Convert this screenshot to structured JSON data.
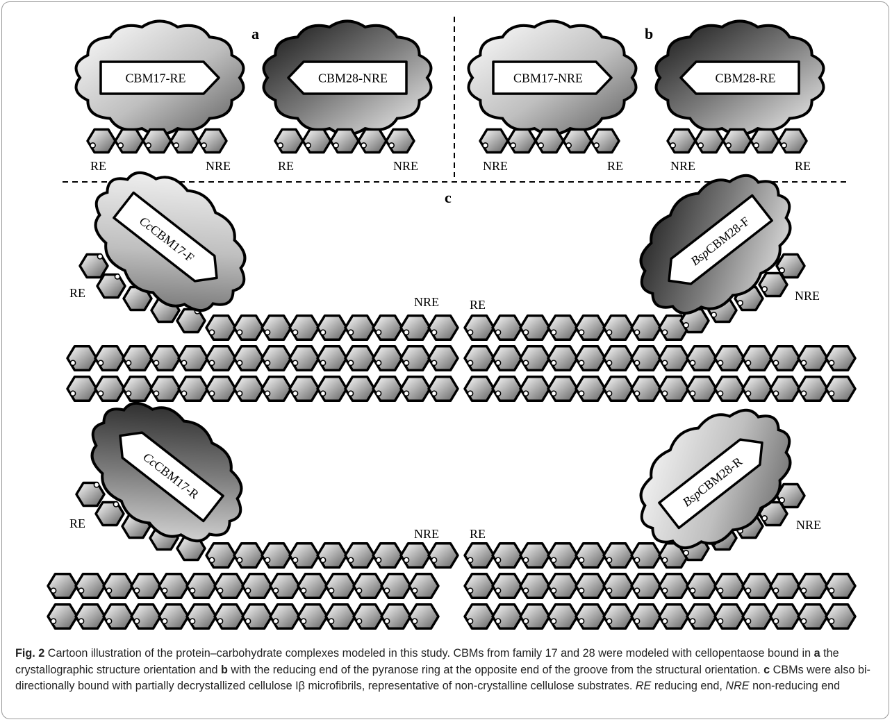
{
  "panels": {
    "a": "a",
    "b": "b",
    "c": "c"
  },
  "top_panels": [
    {
      "protein": "CBM17-RE",
      "left_end": "RE",
      "right_end": "NRE",
      "arrow": "right",
      "dark": false
    },
    {
      "protein": "CBM28-NRE",
      "left_end": "RE",
      "right_end": "NRE",
      "arrow": "left",
      "dark": true
    },
    {
      "protein": "CBM17-NRE",
      "left_end": "NRE",
      "right_end": "RE",
      "arrow": "right",
      "dark": false
    },
    {
      "protein": "CBM28-RE",
      "left_end": "NRE",
      "right_end": "RE",
      "arrow": "left",
      "dark": true
    }
  ],
  "c_panels": [
    {
      "prefix": "Cc",
      "name": "CBM17-F",
      "left_end": "RE",
      "right_end": "NRE",
      "dark": false
    },
    {
      "prefix": "Bsp",
      "name": "CBM28-F",
      "left_end": "RE",
      "right_end": "NRE",
      "dark": true
    },
    {
      "prefix": "Cc",
      "name": "CBM17-R",
      "left_end": "RE",
      "right_end": "NRE",
      "dark": true
    },
    {
      "prefix": "Bsp",
      "name": "CBM28-R",
      "left_end": "RE",
      "right_end": "NRE",
      "dark": false
    }
  ],
  "caption": {
    "fig_label": "Fig. 2",
    "text1": "  Cartoon illustration of the protein–carbohydrate complexes modeled in this study. CBMs from family 17 and 28 were modeled with cellopentaose bound in ",
    "bold_a": "a",
    "text2": " the crystallographic structure orientation and ",
    "bold_b": "b",
    "text3": " with the reducing end of the pyranose ring at the opposite end of the groove from the structural orientation. ",
    "bold_c": "c",
    "text4": " CBMs were also bi-directionally bound with partially decrystallized cellulose Iβ microfibrils, representative of non-crystalline cellulose substrates. ",
    "re_abbr": "RE",
    "text5": " reducing end, ",
    "nre_abbr": "NRE",
    "text6": " non-reducing end"
  },
  "colors": {
    "ink": "#000000",
    "light_gradient": [
      "#ffffff",
      "#7a7a7a"
    ],
    "dark_gradient": [
      "#1a1a1a",
      "#f2f2f2"
    ]
  }
}
